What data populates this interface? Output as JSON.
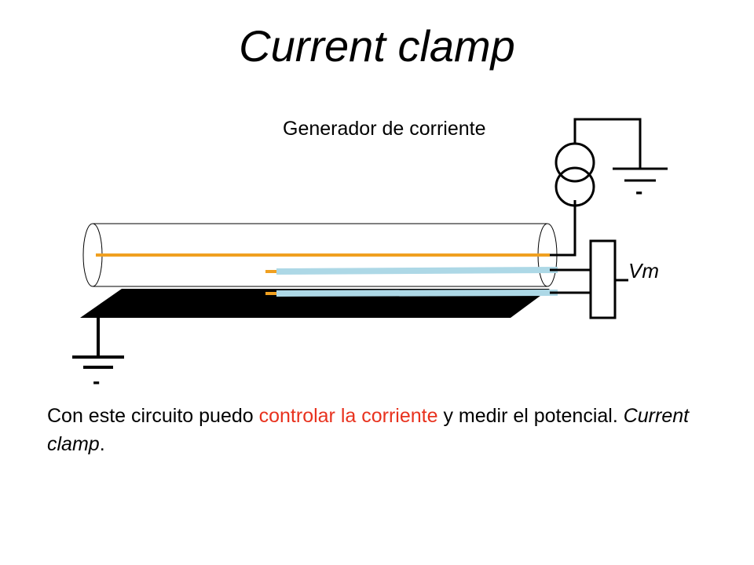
{
  "title": "Current clamp",
  "labels": {
    "current_generator": "Generador de corriente",
    "vm": "Vm",
    "ground_minus": "-"
  },
  "caption": {
    "part1": "Con este circuito puedo ",
    "highlight": "controlar la corriente",
    "part2": " y medir el potencial. ",
    "italic": "Current clamp",
    "end": "."
  },
  "colors": {
    "electrode_orange": "#f0a020",
    "electrode_blue": "#add8e6",
    "highlight_red": "#e8321e",
    "wire_black": "#000000"
  }
}
